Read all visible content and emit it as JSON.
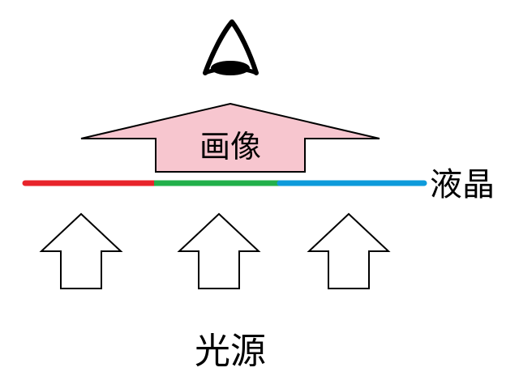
{
  "labels": {
    "image": "画像",
    "liquid_crystal": "液晶",
    "light_source": "光源"
  },
  "colors": {
    "outline": "#000000",
    "image_arrow_fill": "#f7c6cf",
    "arrow_fill": "#ffffff",
    "segment_red": "#e8242b",
    "segment_green": "#22b04b",
    "segment_blue": "#0e9bdb"
  },
  "icons": [
    "eye-icon"
  ]
}
